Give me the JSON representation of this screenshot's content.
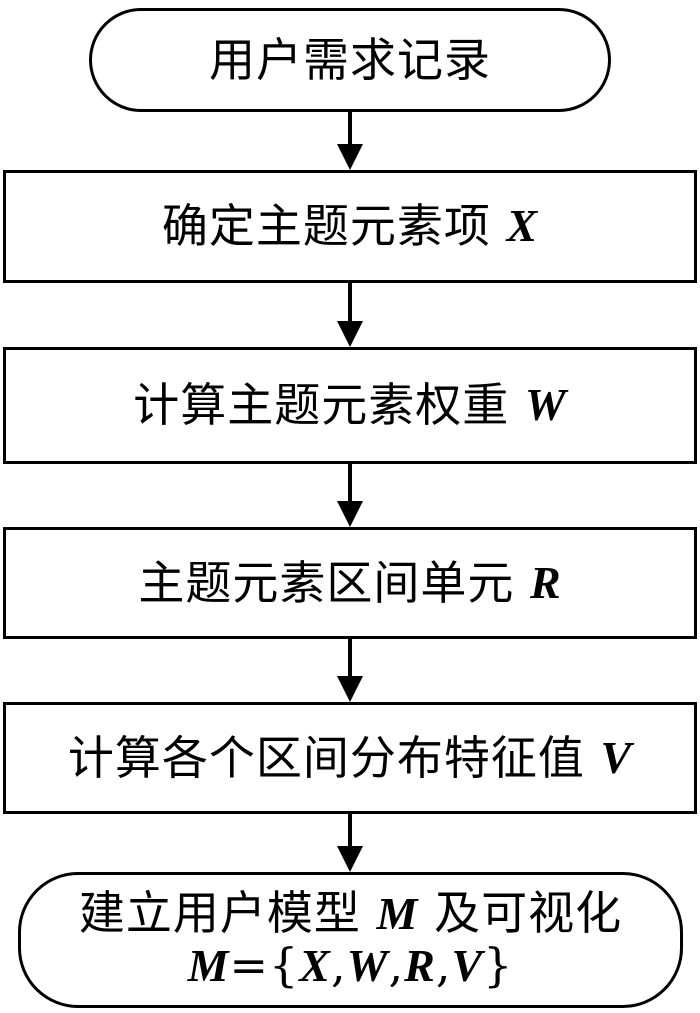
{
  "flowchart": {
    "start": {
      "text": "用户需求记录"
    },
    "step1": {
      "text": "确定主题元素项",
      "var": "X"
    },
    "step2": {
      "text": "计算主题元素权重",
      "var": "W"
    },
    "step3": {
      "text": "主题元素区间单元",
      "var": "R"
    },
    "step4": {
      "text": "计算各个区间分布特征值",
      "var": "V"
    },
    "end": {
      "line1_pre": "建立用户模型",
      "line1_var": "M",
      "line1_post": "及可视化",
      "formula": {
        "lhs": "M",
        "eq": "=",
        "open": "{",
        "x": "X",
        "w": "W",
        "r": "R",
        "v": "V",
        "sep": ",",
        "close": "}"
      }
    }
  }
}
